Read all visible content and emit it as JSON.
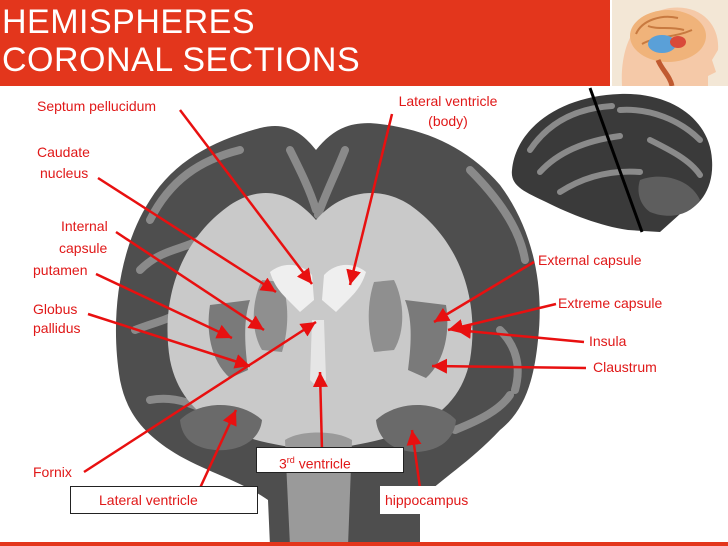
{
  "title": {
    "line1": "HEMISPHERES",
    "line2": "CORONAL SECTIONS"
  },
  "labels": {
    "septum_pellucidum": "Septum pellucidum",
    "lateral_ventricle_body_1": "Lateral ventricle",
    "lateral_ventricle_body_2": "(body)",
    "caudate_1": "Caudate",
    "caudate_2": "nucleus",
    "internal_capsule_1": "Internal",
    "internal_capsule_2": "capsule",
    "putamen": "putamen",
    "globus_1": "Globus",
    "globus_2": "pallidus",
    "fornix": "Fornix",
    "external_capsule": "External capsule",
    "extreme_capsule": "Extreme capsule",
    "insula": "Insula",
    "claustrum": "Claustrum",
    "third_ventricle_num": "3",
    "third_ventricle_sup": "rd",
    "third_ventricle_text": " ventricle",
    "lateral_ventricle_box": "Lateral ventricle",
    "hippocampus": "hippocampus"
  },
  "colors": {
    "header": "#e3361c",
    "label": "#e01818",
    "pointer": "#e81010"
  }
}
